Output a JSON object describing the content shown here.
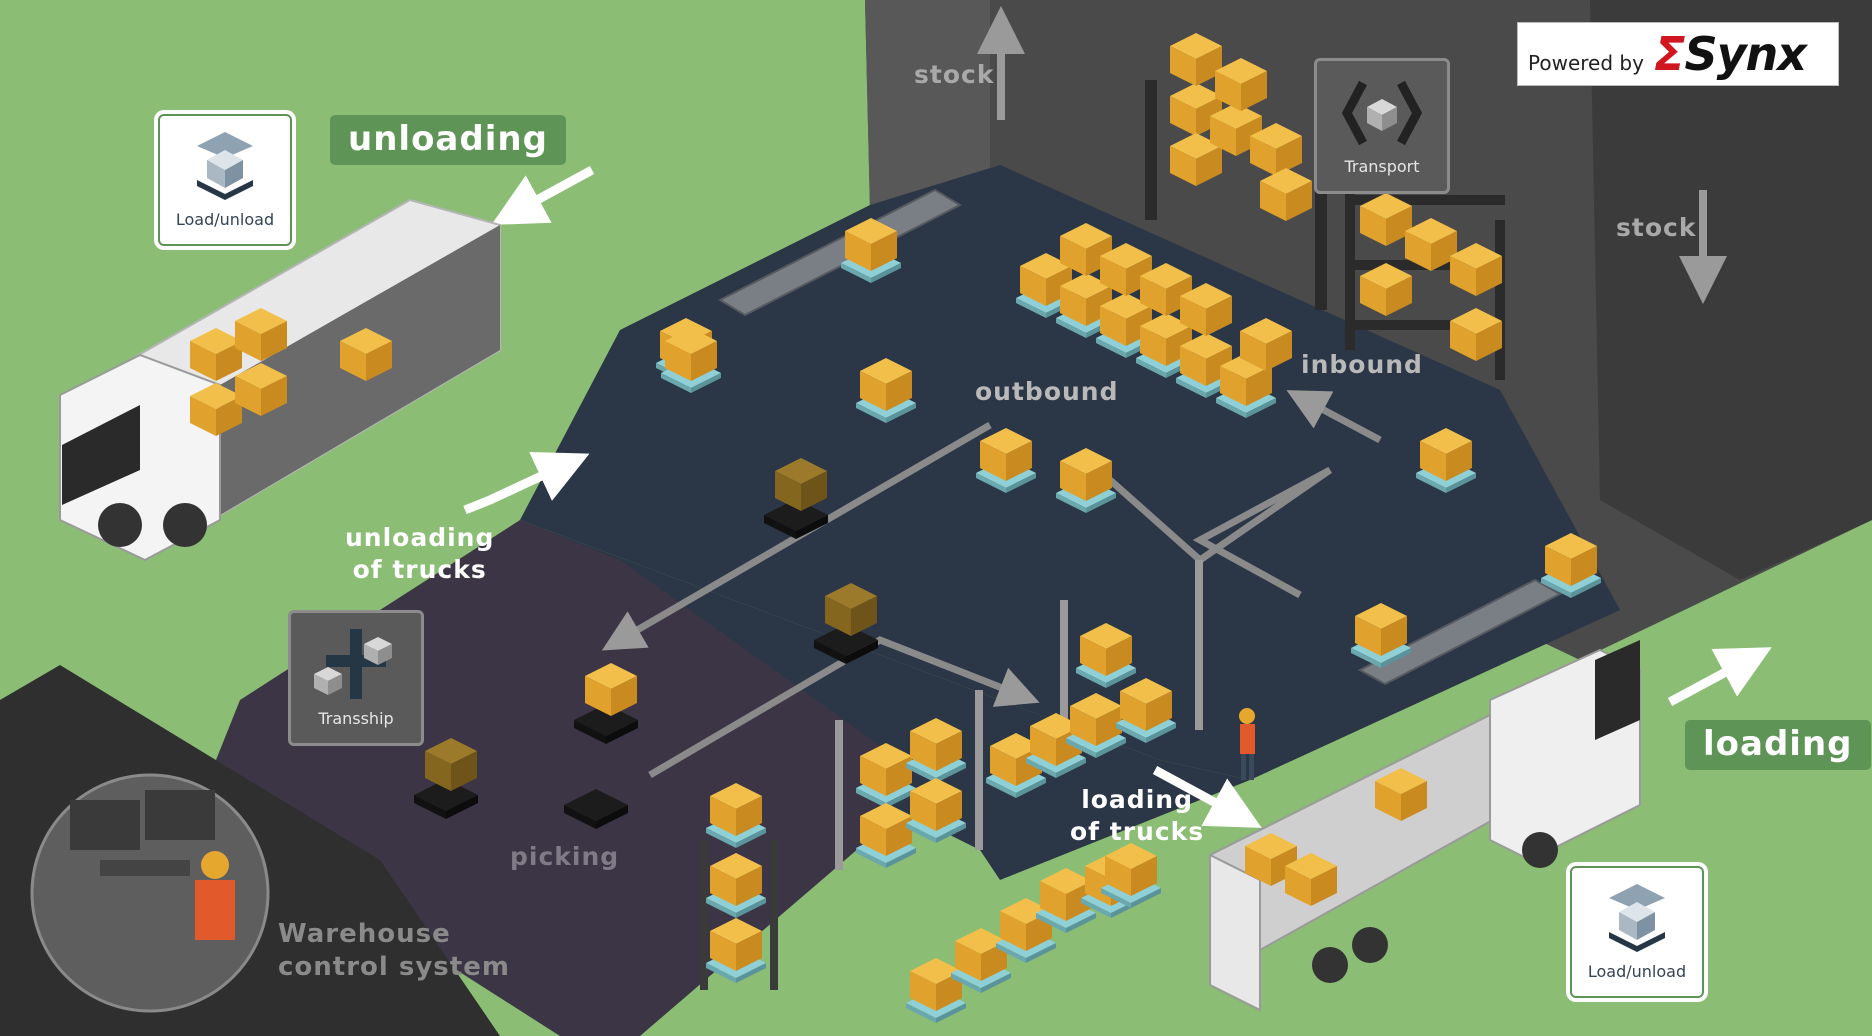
{
  "branding": {
    "powered_by": "Powered by",
    "brand_prefix": "",
    "brand_name": "Synx",
    "brand_display": "ΣSynX",
    "accent_red": "#d0161e"
  },
  "badges": {
    "load_unload_top": {
      "label": "Load/unload",
      "icon": "load-unload-cube-icon"
    },
    "load_unload_bottom": {
      "label": "Load/unload",
      "icon": "load-unload-cube-icon"
    },
    "transport": {
      "label": "Transport",
      "icon": "transport-cube-icon"
    },
    "transship": {
      "label": "Transship",
      "icon": "transship-cubes-icon"
    }
  },
  "pills": {
    "unloading": "unloading",
    "loading": "loading"
  },
  "zones": {
    "stock_left": "stock",
    "stock_right": "stock",
    "outbound": "outbound",
    "inbound": "inbound",
    "picking": "picking",
    "unloading_of_trucks_line1": "unloading",
    "unloading_of_trucks_line2": "of trucks",
    "loading_of_trucks_line1": "loading",
    "loading_of_trucks_line2": "of trucks",
    "wcs_line1": "Warehouse",
    "wcs_line2": "control system"
  },
  "colors": {
    "grass": "#8bbd74",
    "floor_dark": "#2b3646",
    "floor_purple": "#3c3545",
    "building": "#4a4a4a",
    "box": "#e6a72e",
    "pill_green": "#5f9457"
  }
}
